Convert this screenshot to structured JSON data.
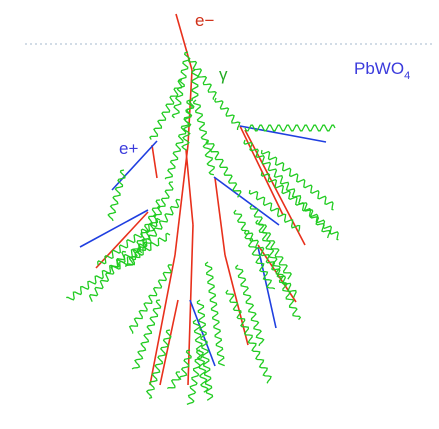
{
  "labels": {
    "electron": "e−",
    "positron": "e+",
    "photon": "γ",
    "material_main": "PbWO",
    "material_sub": "4"
  },
  "colors": {
    "electron_track": "#e8301c",
    "positron_track": "#1f3fe0",
    "photon_track": "#22cc22",
    "surface_line": "#b8c8d8",
    "label_blue": "#3b3bdc",
    "label_red": "#d03018",
    "label_green": "#22aa22"
  }
}
